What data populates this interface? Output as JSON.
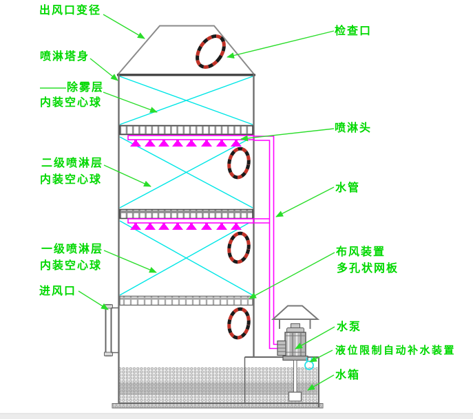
{
  "diagram": {
    "kind": "spray-tower-scrubber-schematic",
    "labels": {
      "air_outlet_reducer": "出风口变径",
      "tower_body": "喷淋塔身",
      "demister_layer": "除雾层",
      "demister_filling": "内装空心球",
      "secondary_spray_layer": "二级喷淋层",
      "secondary_filling": "内装空心球",
      "primary_spray_layer": "一级喷淋层",
      "primary_filling": "内装空心球",
      "air_inlet": "进风口",
      "inspection_port": "检查口",
      "spray_nozzle": "喷淋头",
      "water_pipe": "水管",
      "air_distributor": "布风装置",
      "perforated_plate": "多孔状网板",
      "water_pump": "水泵",
      "auto_water_refill": "液位限制自动补水装置",
      "water_tank": "水箱"
    },
    "colors": {
      "label_green": "#00D800",
      "leader_green": "#2ADD2A",
      "pipe_magenta": "#FF00FF",
      "packing_cyan": "#00E6E6",
      "structure_gray": "#777777",
      "port_ring_red": "#C23328",
      "port_ring_black": "#1A1A1A",
      "water_hatch_gray": "#8F8F8F"
    }
  }
}
